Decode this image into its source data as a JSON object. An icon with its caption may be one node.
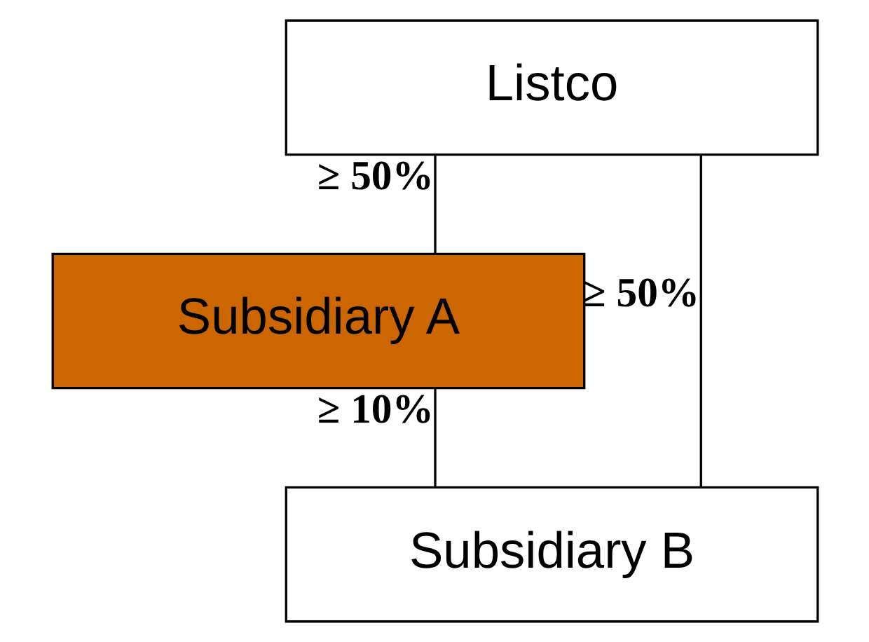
{
  "diagram": {
    "nodes": [
      {
        "text": [
          "Listco"
        ]
      },
      {
        "text": [
          "Subsidiary A"
        ]
      },
      {
        "text": [
          "Subsidiary B"
        ]
      }
    ],
    "edges": [
      {
        "from": 0,
        "to": 1,
        "arrow": "none",
        "label": "≥ 50%"
      },
      {
        "from": 1,
        "to": 2,
        "arrow": "none",
        "label": "≥ 10%"
      },
      {
        "from": 0,
        "to": 2,
        "arrow": "none",
        "label": "≥ 50%"
      }
    ]
  }
}
